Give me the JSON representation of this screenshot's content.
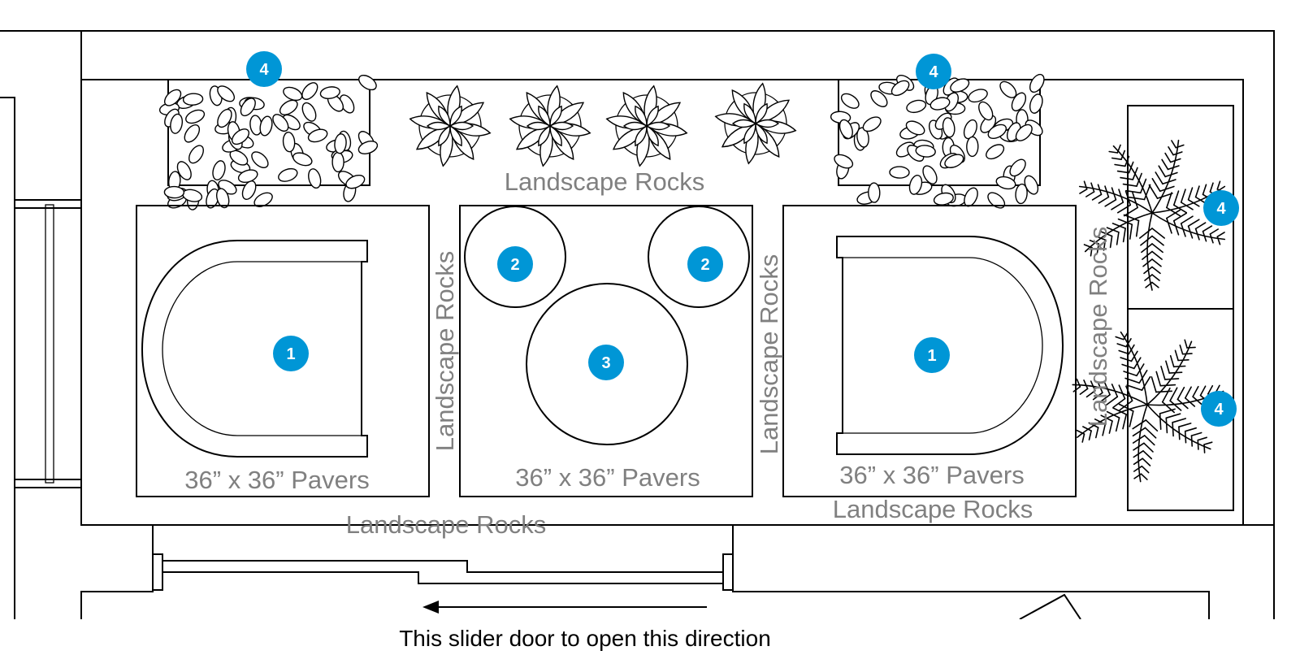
{
  "colors": {
    "badge": "#0096d6",
    "label": "#808080",
    "line": "#000000",
    "background": "#ffffff"
  },
  "labels": {
    "rocks_top": "Landscape Rocks",
    "rocks_left": "Landscape Rocks",
    "rocks_mid": "Landscape Rocks",
    "rocks_right": "Landscape Rocks",
    "rocks_bottom_left": "Landscape Rocks",
    "rocks_bottom_right": "Landscape Rocks",
    "pavers_left": "36” x 36” Pavers",
    "pavers_center": "36” x 36” Pavers",
    "pavers_right": "36” x 36” Pavers"
  },
  "badges": {
    "planter_left": "4",
    "planter_right": "4",
    "palm_top": "4",
    "palm_bottom": "4",
    "chair_left": "1",
    "chair_right": "1",
    "stool_left": "2",
    "stool_right": "2",
    "table": "3"
  },
  "caption": "This slider door to open this direction",
  "icons": {
    "shrub": "shrub-icon",
    "succulent": "succulent-icon",
    "palm": "palm-icon",
    "arrow": "arrow-left-icon"
  }
}
